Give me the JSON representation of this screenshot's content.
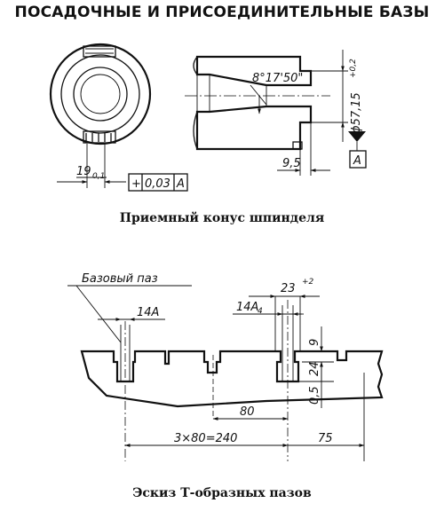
{
  "title": "ПОСАДОЧНЫЕ И ПРИСОЕДИНИТЕЛЬНЫЕ БАЗЫ",
  "spindle": {
    "caption": "Приемный конус шпинделя",
    "width_dim": "19",
    "width_tol": "0,1",
    "tolerance_symbol": "+",
    "tolerance_value": "0,03",
    "tolerance_datum": "A",
    "angle_dim": "8°17'50\"",
    "diameter_dim": "ϕ57,15",
    "diameter_tol": "+0,2",
    "depth_dim": "9,5",
    "datum_label": "A"
  },
  "tslots": {
    "caption": "Эскиз Т-образных пазов",
    "base_slot_label": "Базовый паз",
    "fit_left": "14A",
    "fit_right": "14A",
    "fit_right_sub": "4",
    "top_width": "23",
    "top_width_tol": "+2",
    "depth_9": "9",
    "depth_24": "24",
    "depth_05": "0,5",
    "pitch": "80",
    "total_pitch": "3×80=240",
    "end_dim": "75"
  }
}
